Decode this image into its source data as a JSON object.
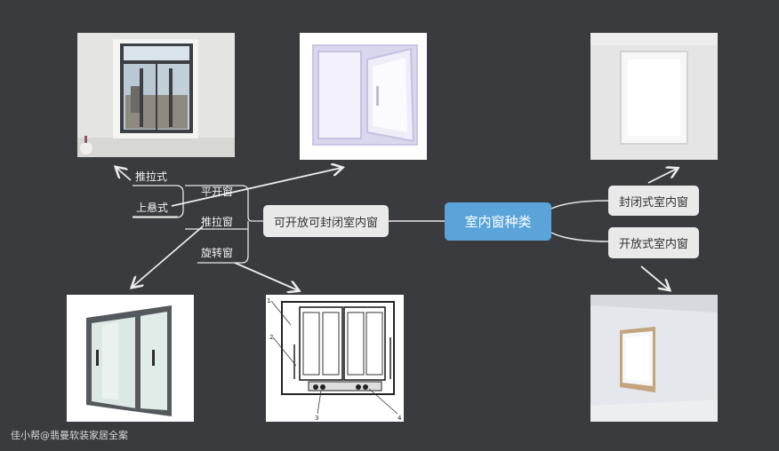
{
  "root": {
    "label": "室内窗种类"
  },
  "branches": {
    "openable": "可开放可封闭室内窗",
    "sealed": "封闭式室内窗",
    "open": "开放式室内窗"
  },
  "leaves": {
    "push_pull_top": "推拉式",
    "top_hung": "上悬式",
    "casement": "平开窗",
    "sliding": "推拉窗",
    "pivot": "旋转窗"
  },
  "diagram_labels": [
    "1",
    "2",
    "3",
    "4"
  ],
  "watermark": "佳小帮@翡曼软装家居全案",
  "colors": {
    "background": "#3a3b3f",
    "root": "#5aa4da",
    "node": "#e9e9ea",
    "line": "#e8e8e8"
  }
}
